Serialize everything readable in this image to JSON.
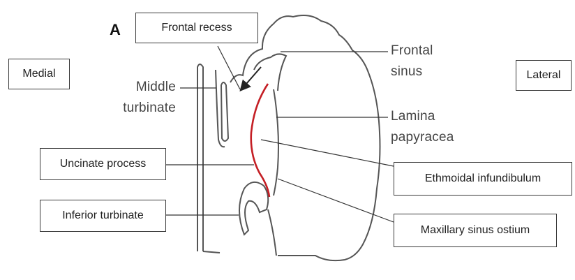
{
  "figure": {
    "panel_letter": "A",
    "outline_color": "#555555",
    "highlight_color": "#c41e24",
    "orientation": {
      "left": "Medial",
      "right": "Lateral"
    },
    "boxed_labels": {
      "frontal_recess": "Frontal recess",
      "uncinate_process": "Uncinate process",
      "inferior_turbinate": "Inferior turbinate",
      "ethmoidal_infundibulum": "Ethmoidal infundibulum",
      "maxillary_sinus_ostium": "Maxillary sinus ostium"
    },
    "free_labels": {
      "middle_turbinate": [
        "Middle",
        "turbinate"
      ],
      "frontal_sinus": [
        "Frontal",
        "sinus"
      ],
      "lamina_papyracea": [
        "Lamina",
        "papyracea"
      ]
    }
  }
}
